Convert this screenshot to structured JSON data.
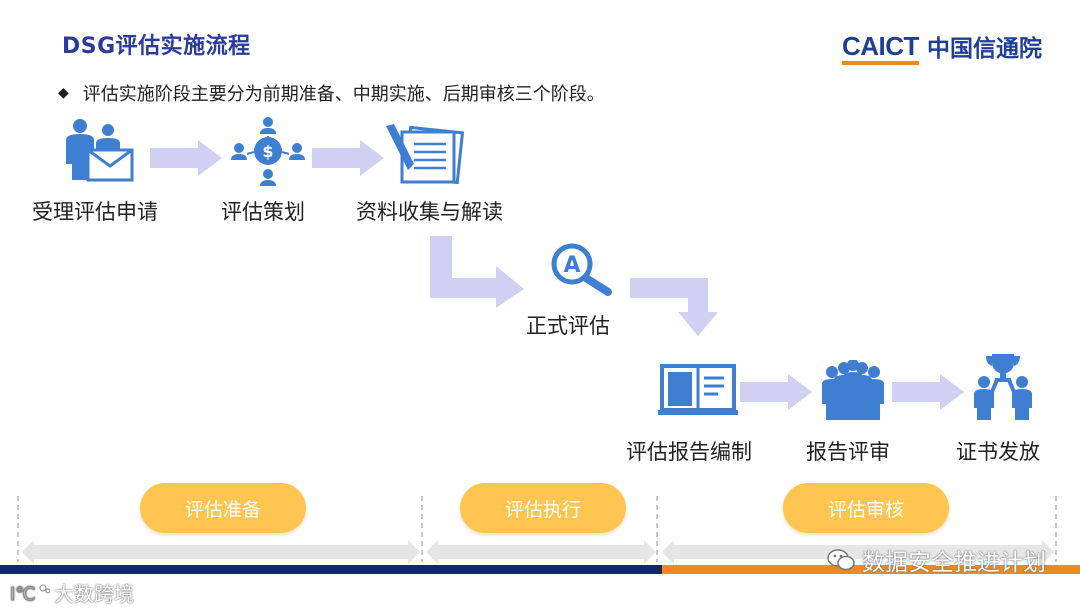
{
  "header": {
    "title": "DSG评估实施流程",
    "logo_en": "CAICT",
    "logo_cn": "中国信通院"
  },
  "intro": {
    "bullet_symbol": "◆",
    "text": "评估实施阶段主要分为前期准备、中期实施、后期审核三个阶段。"
  },
  "steps": [
    {
      "label": "受理评估申请",
      "icon": "people-envelope-icon"
    },
    {
      "label": "评估策划",
      "icon": "money-network-icon"
    },
    {
      "label": "资料收集与解读",
      "icon": "documents-pen-icon"
    },
    {
      "label": "正式评估",
      "icon": "magnifier-a-icon"
    },
    {
      "label": "评估报告编制",
      "icon": "open-book-icon"
    },
    {
      "label": "报告评审",
      "icon": "business-group-icon"
    },
    {
      "label": "证书发放",
      "icon": "trophy-people-icon"
    }
  ],
  "phases": [
    {
      "label": "评估准备"
    },
    {
      "label": "评估执行"
    },
    {
      "label": "评估审核"
    }
  ],
  "colors": {
    "title": "#2a3b9c",
    "icon_blue": "#3f7fd1",
    "arrow": "#cfd0f2",
    "pill": "#ffc551",
    "bar": "#e6e6e6",
    "navy": "#13286b",
    "orange": "#f08a1c"
  },
  "watermarks": {
    "right": "数据安全推进计划",
    "left": "大数跨境"
  }
}
